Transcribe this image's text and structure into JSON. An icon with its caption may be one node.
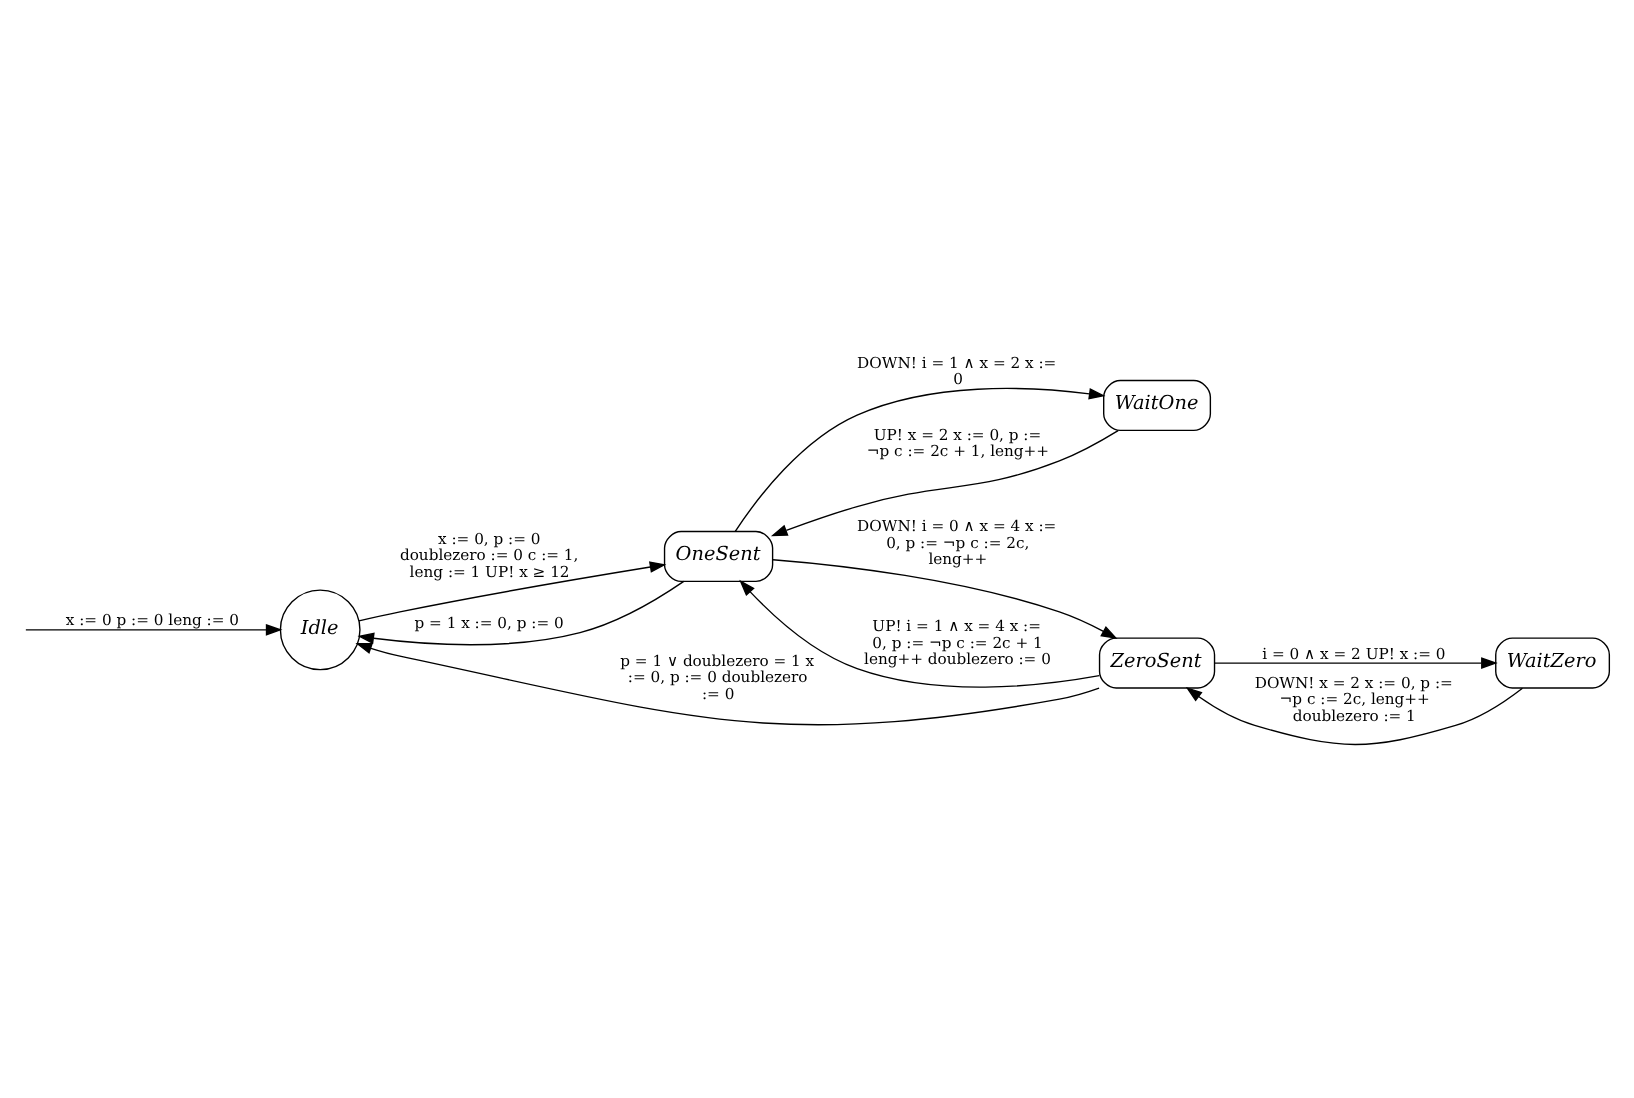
{
  "diagram": {
    "nodes": [
      {
        "text": [
          "Idle"
        ]
      },
      {
        "text": [
          "OneSent"
        ]
      },
      {
        "text": [
          "WaitOne"
        ]
      },
      {
        "text": [
          "ZeroSent"
        ]
      },
      {
        "text": [
          "WaitZero"
        ]
      }
    ],
    "edges": [
      {
        "from": null,
        "to": 0,
        "arrow": "to",
        "label": "x := 0 p := 0 leng := 0"
      },
      {
        "from": 0,
        "to": 1,
        "arrow": "to",
        "label": "x := 0, p := 0 doublezero := 0 c := 1, leng := 1 UP! x ≥ 12"
      },
      {
        "from": 1,
        "to": 0,
        "arrow": "to",
        "label": "p = 1 x := 0, p := 0"
      },
      {
        "from": 1,
        "to": 2,
        "arrow": "to",
        "label": "DOWN! i = 1 ∧ x = 2 x := 0"
      },
      {
        "from": 2,
        "to": 1,
        "arrow": "to",
        "label": "UP! x = 2 x := 0, p := ¬p c := 2c + 1, leng++"
      },
      {
        "from": 3,
        "to": 1,
        "arrow": "to",
        "label": "UP! i = 1 ∧ x = 4 x := 0, p := ¬p c := 2c + 1 leng++ doublezero := 0"
      },
      {
        "from": 1,
        "to": 3,
        "arrow": "to",
        "label": "DOWN! i = 0 ∧ x = 4 x := 0, p := ¬p c := 2c, leng++"
      },
      {
        "from": 3,
        "to": 4,
        "arrow": "to",
        "label": "i = 0 ∧ x = 2 UP! x := 0"
      },
      {
        "from": 4,
        "to": 3,
        "arrow": "to",
        "label": "DOWN! x = 2 x := 0, p := ¬p c := 2c, leng++ doublezero := 1"
      },
      {
        "from": 3,
        "to": 0,
        "arrow": "to",
        "label": "p = 1 ∨ doublezero = 1 x := 0, p := 0 doublezero := 0"
      }
    ]
  }
}
